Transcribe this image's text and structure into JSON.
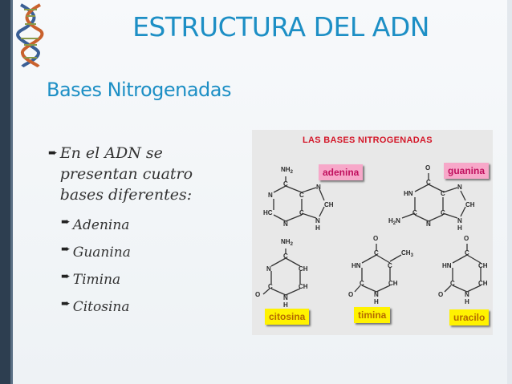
{
  "slide": {
    "title": "ESTRUCTURA DEL ADN",
    "subtitle": "Bases Nitrogenadas"
  },
  "bullets": {
    "main": [
      "En el ADN se",
      "presentan cuatro",
      "bases diferentes:"
    ],
    "sub": [
      "Adenina",
      "Guanina",
      "Timina",
      "Citosina"
    ]
  },
  "figure": {
    "title": "LAS  BASES NITROGENADAS",
    "labels": {
      "adenina": "adenina",
      "guanina": "guanina",
      "citosina": "citosina",
      "timina": "timina",
      "uracilo": "uracilo"
    },
    "atoms": {
      "nh2": "NH",
      "h2n": "H",
      "sub2": "2",
      "sub3": "3",
      "ch3": "CH",
      "c": "C",
      "n": "N",
      "ch": "CH",
      "hc": "HC",
      "hn": "HN",
      "h": "H",
      "o": "O"
    }
  },
  "colors": {
    "accent": "#1d8fc5",
    "sidebar": "#2d3e50",
    "figure_title": "#d4182a"
  }
}
